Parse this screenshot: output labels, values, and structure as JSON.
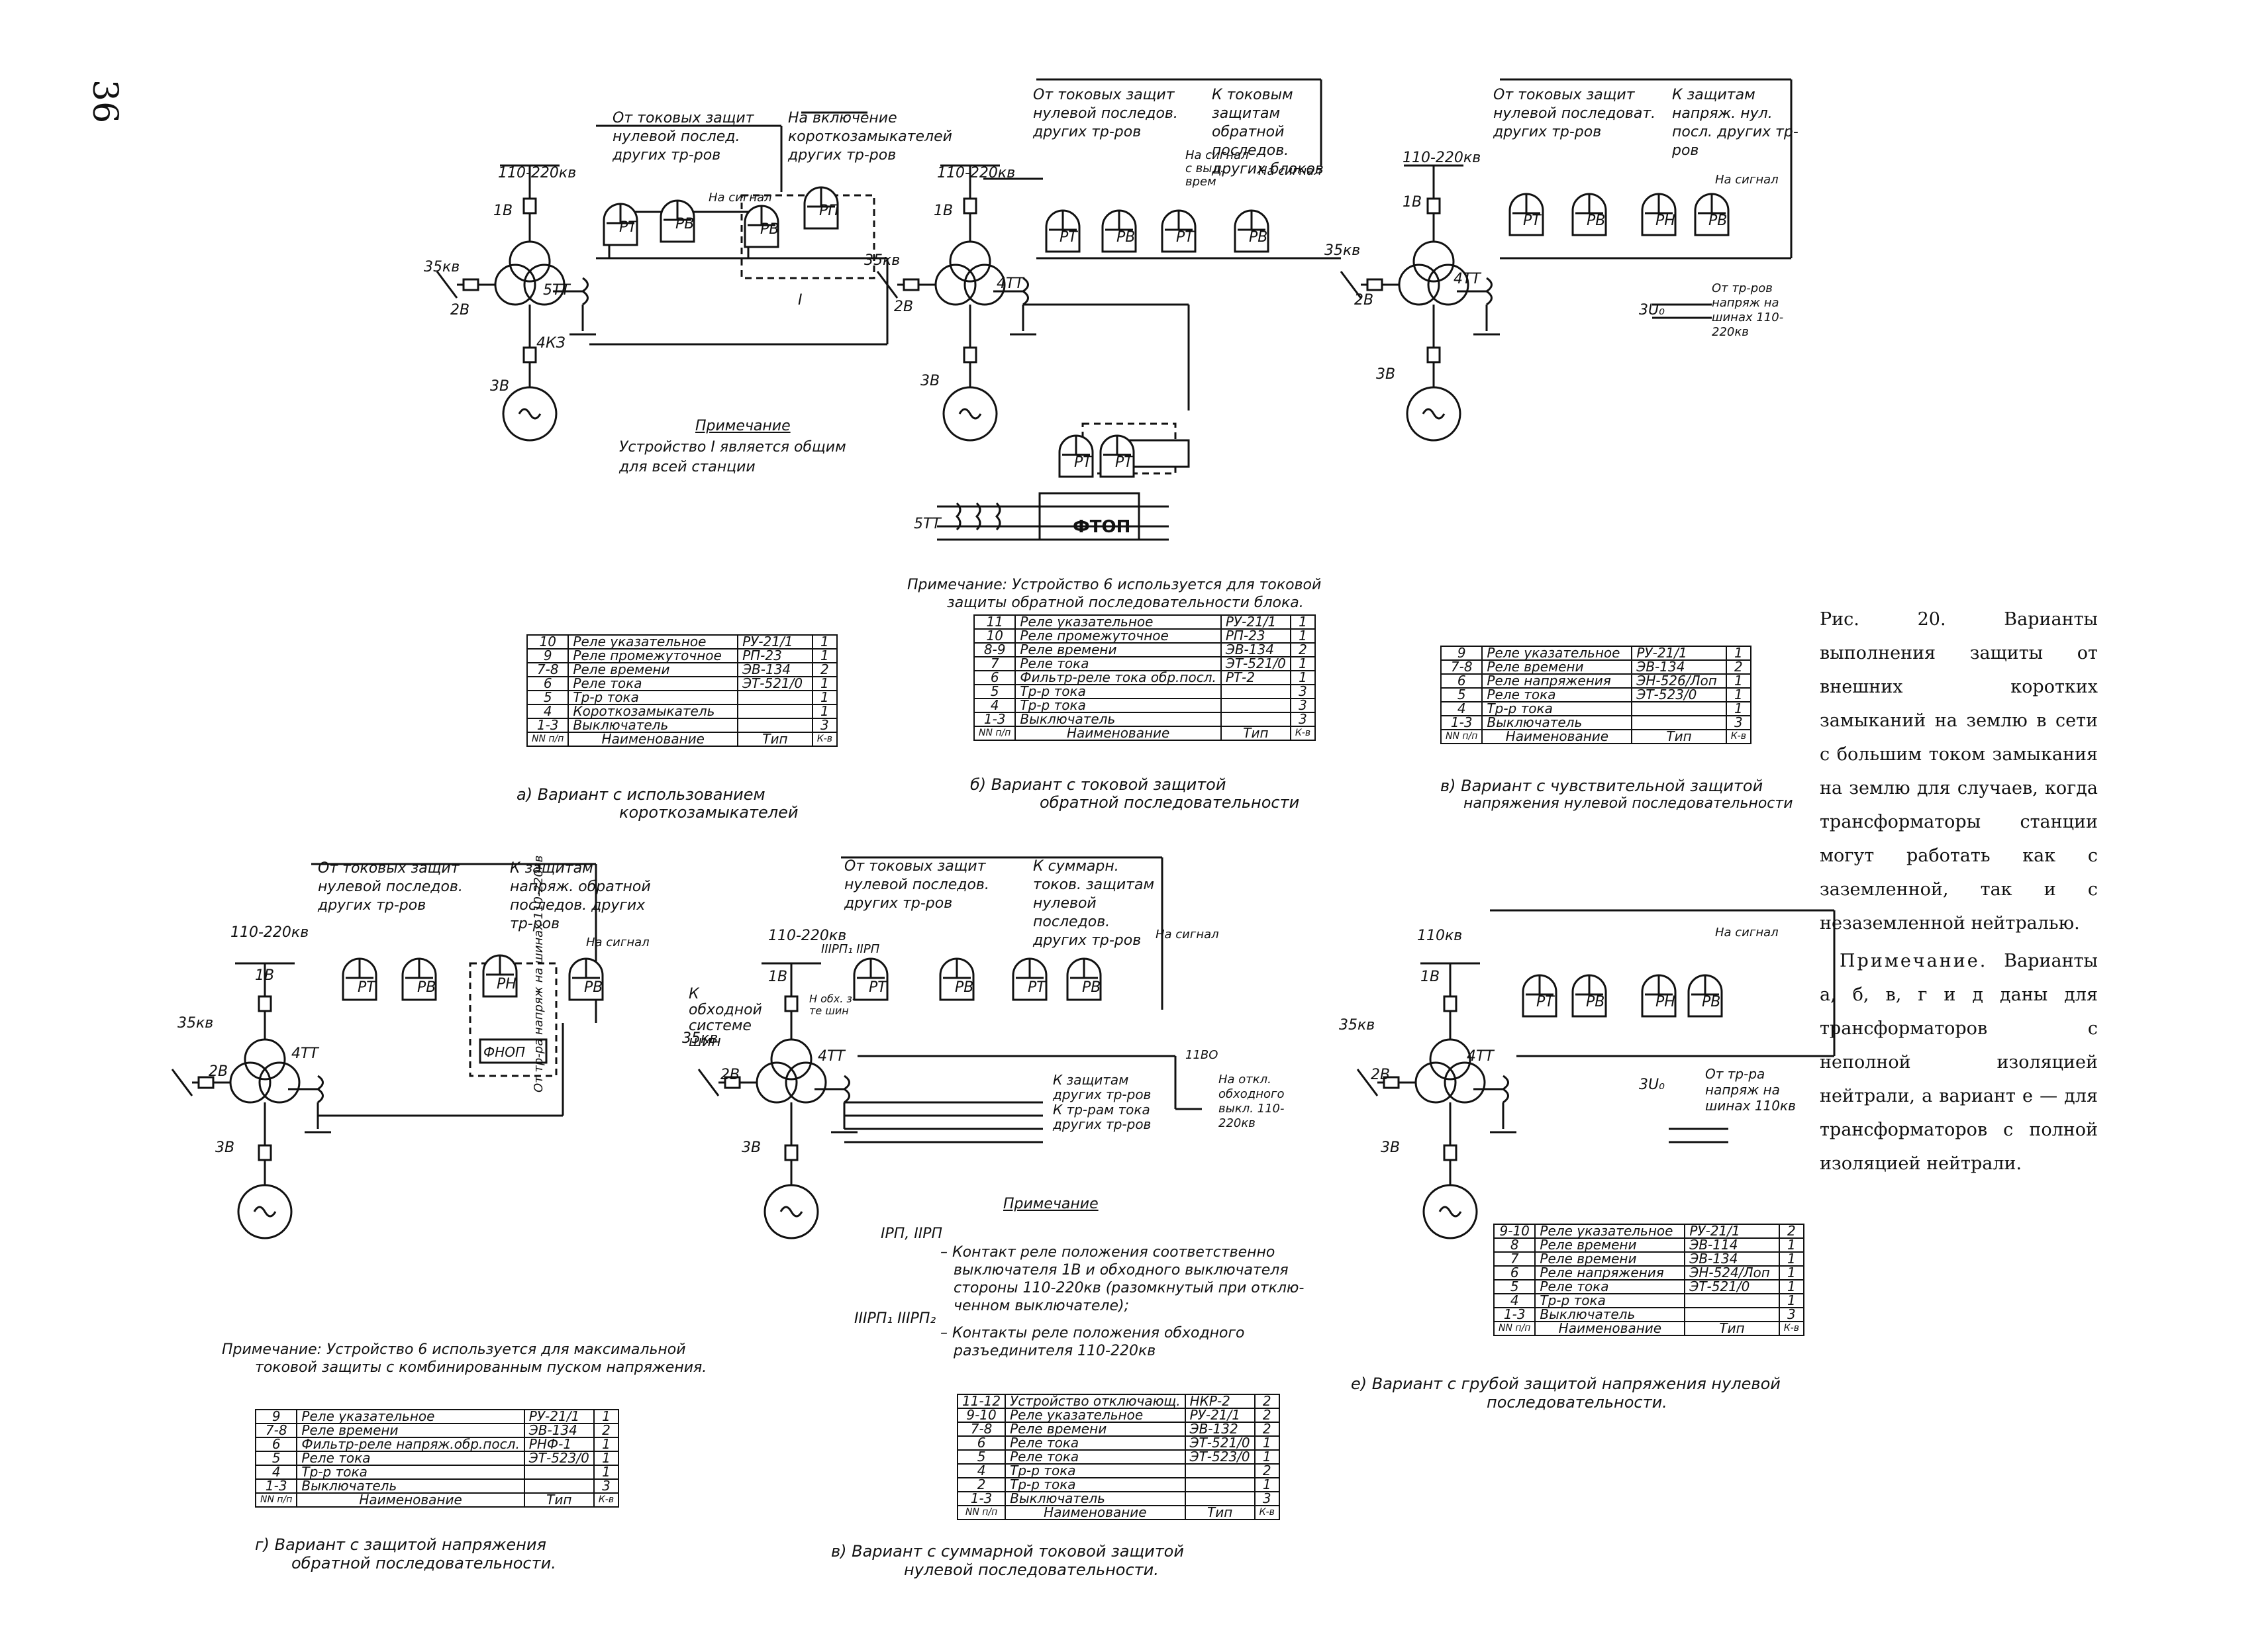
{
  "page_number": "36",
  "figure_caption": {
    "main": "Рис. 20. Варианты выполнения защиты от внешних коротких замыканий на землю в сети с большим током замыкания на землю для случаев, когда трансформаторы станции могут работать как с заземленной, так и с незаземленной нейтралью.",
    "note_label": "Примечание.",
    "note_text": "Варианты а, б, в, г и д даны для трансформаторов с неполной изоляцией нейтрали, а вариант е — для трансформаторов с полной изоляцией нейтрали."
  },
  "diagrams": {
    "a": {
      "caption_line1": "а) Вариант с использованием",
      "caption_line2": "короткозамыкателей",
      "note_title": "Примечание",
      "note_line1": "Устройство I является общим",
      "note_line2": "для всей станции",
      "top_left": "От токовых защит нулевой послед. других тр-ров",
      "top_right": "На включение короткозамыкателей других тр-ров",
      "labels": {
        "v1": "110-220кв",
        "b1": "1В",
        "v2": "35кв",
        "b2": "2В",
        "b3": "3В",
        "tt": "5ТТ",
        "kz": "4КЗ",
        "dev": "I",
        "sig": "На сигнал"
      },
      "relays": [
        "РТ",
        "РВ",
        "РВ",
        "РП"
      ],
      "table": {
        "rows": [
          [
            "10",
            "Реле указательное",
            "РУ-21/1",
            "1"
          ],
          [
            "9",
            "Реле промежуточное",
            "РП-23",
            "1"
          ],
          [
            "7-8",
            "Реле времени",
            "ЭВ-134",
            "2"
          ],
          [
            "6",
            "Реле тока",
            "ЭТ-521/0",
            "1"
          ],
          [
            "5",
            "Тр-р тока",
            "",
            "1"
          ],
          [
            "4",
            "Короткозамыкатель",
            "",
            "1"
          ],
          [
            "1-3",
            "Выключатель",
            "",
            "3"
          ]
        ],
        "header": [
          "NN п/п",
          "Наименование",
          "Тип",
          "К-в"
        ]
      }
    },
    "b": {
      "caption_line1": "б) Вариант с токовой защитой",
      "caption_line2": "обратной последовательности",
      "note_line1": "Примечание: Устройство 6 используется для токовой",
      "note_line2": "защиты обратной последовательности блока.",
      "top_left": "От токовых защит нулевой последов. других тр-ров",
      "top_right": "К токовым защитам обратной последов. других блоков",
      "labels": {
        "v1": "110-220кв",
        "b1": "1В",
        "v2": "35кв",
        "b2": "2В",
        "b3": "3В",
        "tt": "4ТТ",
        "tt2": "5ТТ",
        "sig": "На сигнал",
        "sig2": "На сигнал с выд. врем",
        "ftop": "ФТОП"
      },
      "relays": [
        "РТ",
        "РВ",
        "РТ",
        "РВ",
        "РТ",
        "РТ"
      ],
      "table": {
        "rows": [
          [
            "11",
            "Реле указательное",
            "РУ-21/1",
            "1"
          ],
          [
            "10",
            "Реле промежуточное",
            "РП-23",
            "1"
          ],
          [
            "8-9",
            "Реле времени",
            "ЭВ-134",
            "2"
          ],
          [
            "7",
            "Реле тока",
            "ЭТ-521/0",
            "1"
          ],
          [
            "6",
            "Фильтр-реле тока обр.посл.",
            "РТ-2",
            "1"
          ],
          [
            "5",
            "Тр-р тока",
            "",
            "3"
          ],
          [
            "4",
            "Тр-р тока",
            "",
            "3"
          ],
          [
            "1-3",
            "Выключатель",
            "",
            "3"
          ]
        ],
        "header": [
          "NN п/п",
          "Наименование",
          "Тип",
          "К-в"
        ]
      }
    },
    "c": {
      "caption_line1": "в) Вариант с чувствительной защитой",
      "caption_line2": "напряжения нулевой последовательности",
      "top_left": "От токовых защит нулевой последоват. других тр-ров",
      "top_right": "К защитам напряж. нул. посл. других тр-ров",
      "labels": {
        "v1": "110-220кв",
        "b1": "1В",
        "v2": "35кв",
        "b2": "2В",
        "b3": "3В",
        "tt": "4ТТ",
        "sig": "На сигнал",
        "u0": "3U₀",
        "from": "От тр-ров напряж на шинах 110-220кв"
      },
      "relays": [
        "РТ",
        "РВ",
        "РН",
        "РВ"
      ],
      "table": {
        "rows": [
          [
            "9",
            "Реле указательное",
            "РУ-21/1",
            "1"
          ],
          [
            "7-8",
            "Реле времени",
            "ЭВ-134",
            "2"
          ],
          [
            "6",
            "Реле напряжения",
            "ЭН-526/Лоп",
            "1"
          ],
          [
            "5",
            "Реле тока",
            "ЭТ-523/0",
            "1"
          ],
          [
            "4",
            "Тр-р тока",
            "",
            "1"
          ],
          [
            "1-3",
            "Выключатель",
            "",
            "3"
          ]
        ],
        "header": [
          "NN п/п",
          "Наименование",
          "Тип",
          "К-в"
        ]
      }
    },
    "d": {
      "caption_line1": "г) Вариант с защитой напряжения",
      "caption_line2": "обратной последовательности.",
      "note_line1": "Примечание: Устройство 6 используется для максимальной",
      "note_line2": "токовой защиты с комбинированным пуском напряжения.",
      "top_left": "От токовых защит нулевой последов. других тр-ров",
      "top_right": "К защитам напряж. обратной последов. других тр-ров",
      "labels": {
        "v1": "110-220кв",
        "b1": "1В",
        "v2": "35кв",
        "b2": "2В",
        "b3": "3В",
        "tt": "4ТТ",
        "sig": "На сигнал",
        "fnop": "ФНОП",
        "side": "От тр-ра напряж на шинах 110-220кв"
      },
      "relays": [
        "РТ",
        "РВ",
        "РН",
        "РВ"
      ],
      "table": {
        "rows": [
          [
            "9",
            "Реле указательное",
            "РУ-21/1",
            "1"
          ],
          [
            "7-8",
            "Реле времени",
            "ЭВ-134",
            "2"
          ],
          [
            "6",
            "Фильтр-реле напряж.обр.посл.",
            "РНФ-1",
            "1"
          ],
          [
            "5",
            "Реле тока",
            "ЭТ-523/0",
            "1"
          ],
          [
            "4",
            "Тр-р тока",
            "",
            "1"
          ],
          [
            "1-3",
            "Выключатель",
            "",
            "3"
          ]
        ],
        "header": [
          "NN п/п",
          "Наименование",
          "Тип",
          "К-в"
        ]
      }
    },
    "e": {
      "caption_line1": "в) Вариант с суммарной токовой защитой",
      "caption_line2": "нулевой последовательности.",
      "note_title": "Примечание",
      "note1_sym": "IРП, IIРП",
      "note1_line1": "– Контакт реле положения соответственно",
      "note1_line2": "выключателя 1В и обходного выключателя",
      "note1_line3": "стороны 110-220кв (разомкнутый при отклю-",
      "note1_line4": "ченном выключателе);",
      "note2_sym": "IIIРП₁ IIIРП₂",
      "note2_line1": "– Контакты реле положения обходного",
      "note2_line2": "разъединителя 110-220кв",
      "top_left": "От токовых защит нулевой последов. других тр-ров",
      "top_right": "К суммарн. токов. защитам нулевой последов. других тр-ров",
      "labels": {
        "v1": "110-220кв",
        "b1": "1В",
        "v2": "35кв",
        "b2": "2В",
        "b3": "3В",
        "tt": "4ТТ",
        "sig": "На сигнал",
        "bypass": "К обходной системе шин",
        "rp": "IIIРП₁ IIРП",
        "ob": "Н обх. з-те шин",
        "k1": "К защитам других тр-ров",
        "k2": "К тр-рам тока других тр-ров",
        "off": "На откл. обходного выкл. 110-220кв",
        "n1": "11ВО"
      },
      "relays": [
        "РТ",
        "РВ",
        "РТ",
        "РВ"
      ],
      "table": {
        "rows": [
          [
            "11-12",
            "Устройство отключающ.",
            "НКР-2",
            "2"
          ],
          [
            "9-10",
            "Реле указательное",
            "РУ-21/1",
            "2"
          ],
          [
            "7-8",
            "Реле времени",
            "ЭВ-132",
            "2"
          ],
          [
            "6",
            "Реле тока",
            "ЭТ-521/0",
            "1"
          ],
          [
            "5",
            "Реле тока",
            "ЭТ-523/0",
            "1"
          ],
          [
            "4",
            "Тр-р тока",
            "",
            "2"
          ],
          [
            "2",
            "Тр-р тока",
            "",
            "1"
          ],
          [
            "1-3",
            "Выключатель",
            "",
            "3"
          ]
        ],
        "header": [
          "NN п/п",
          "Наименование",
          "Тип",
          "К-в"
        ]
      }
    },
    "f": {
      "caption_line1": "е) Вариант с грубой защитой напряжения нулевой",
      "caption_line2": "последовательности.",
      "labels": {
        "v1": "110кв",
        "b1": "1В",
        "v2": "35кв",
        "b2": "2В",
        "b3": "3В",
        "tt": "4ТТ",
        "sig": "На сигнал",
        "u0": "3U₀",
        "from": "От тр-ра напряж на шинах 110кв"
      },
      "relays": [
        "РТ",
        "РВ",
        "РН",
        "РВ"
      ],
      "table": {
        "rows": [
          [
            "9-10",
            "Реле указательное",
            "РУ-21/1",
            "2"
          ],
          [
            "8",
            "Реле времени",
            "ЭВ-114",
            "1"
          ],
          [
            "7",
            "Реле времени",
            "ЭВ-134",
            "1"
          ],
          [
            "6",
            "Реле напряжения",
            "ЭН-524/Лоп",
            "1"
          ],
          [
            "5",
            "Реле тока",
            "ЭТ-521/0",
            "1"
          ],
          [
            "4",
            "Тр-р тока",
            "",
            "1"
          ],
          [
            "1-3",
            "Выключатель",
            "",
            "3"
          ]
        ],
        "header": [
          "NN п/п",
          "Наименование",
          "Тип",
          "К-в"
        ]
      }
    }
  }
}
